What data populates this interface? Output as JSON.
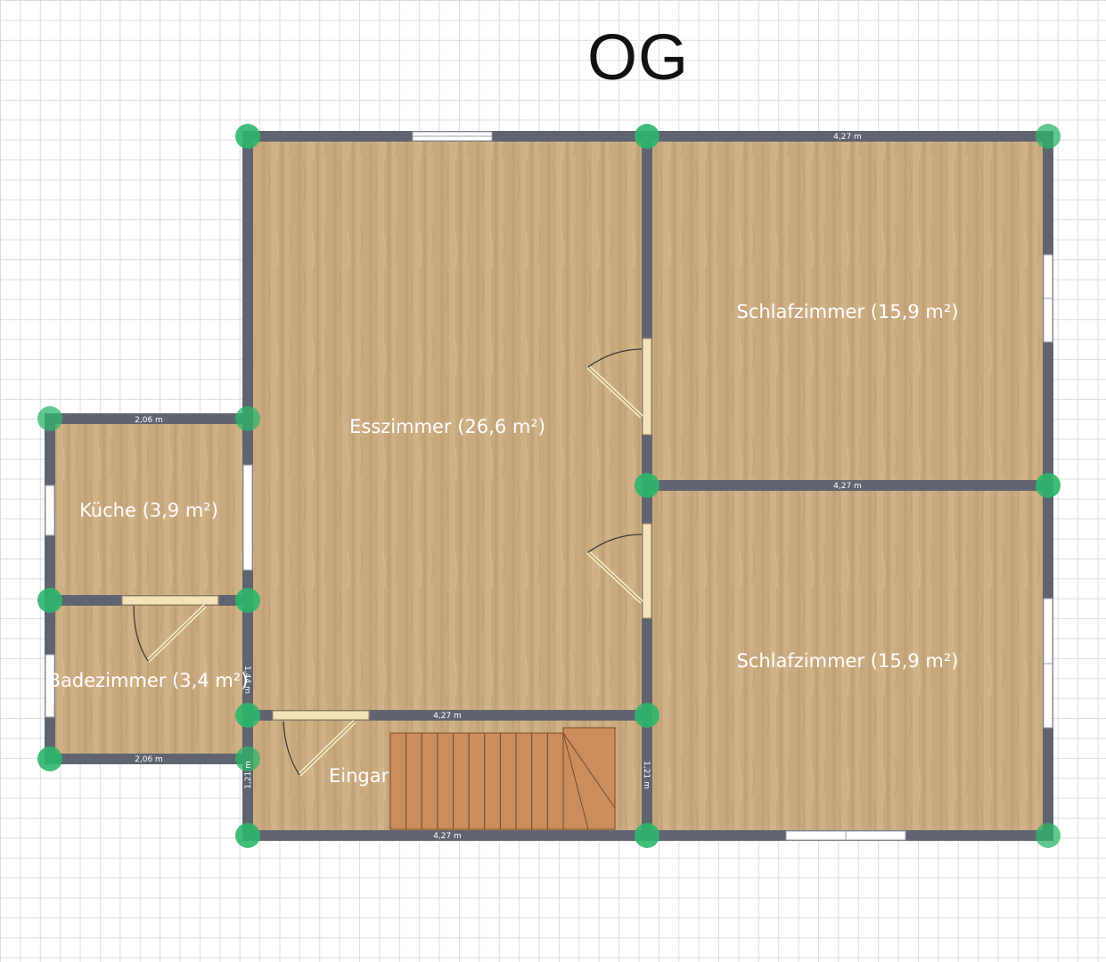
{
  "floor": {
    "title": "OG"
  },
  "rooms": [
    {
      "id": "esszimmer",
      "label": "Esszimmer (26,6 m²)"
    },
    {
      "id": "schlafzimmer-1",
      "label": "Schlafzimmer (15,9 m²)"
    },
    {
      "id": "schlafzimmer-2",
      "label": "Schlafzimmer (15,9 m²)"
    },
    {
      "id": "kueche",
      "label": "Küche (3,9 m²)"
    },
    {
      "id": "badezimmer",
      "label": "Badezimmer (3,4 m²)"
    },
    {
      "id": "eingang",
      "label": "Eingar"
    }
  ],
  "dimensions": {
    "top_right": "4,27 m",
    "middle_right": "4,27 m",
    "hall_top": "4,27 m",
    "bottom": "4,27 m",
    "kitchen_top": "2,06 m",
    "bath_bottom": "2,06 m",
    "hall_left": "1,21 m",
    "hall_right": "1,21 m",
    "bath_right": "1,44 m"
  },
  "colors": {
    "wall": "#5f6470",
    "floor": "#c9a97e",
    "corner_marker": "#2eb66b",
    "door": "#f4e2bb",
    "stairs": "#cc8d5c"
  }
}
